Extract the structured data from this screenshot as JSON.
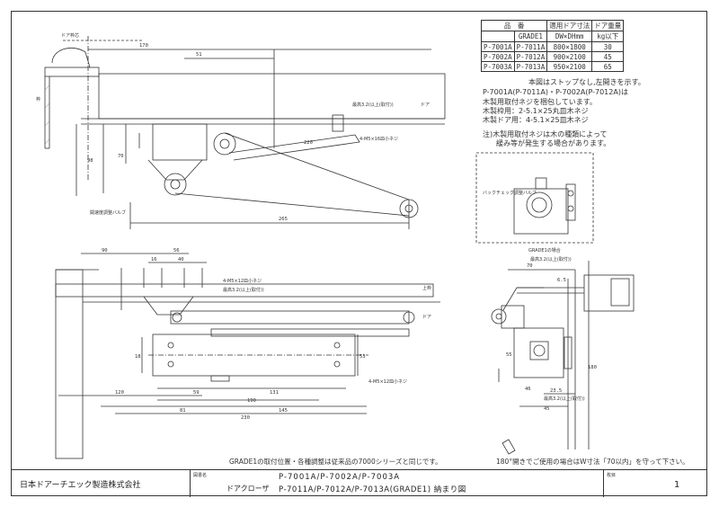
{
  "spec_table": {
    "header": [
      "品　番",
      "",
      "適用ドア寸法",
      "ドア重量"
    ],
    "subheader": [
      "",
      "GRADE1",
      "DW×DHmm",
      "kg以下"
    ],
    "rows": [
      [
        "P-7001A",
        "P-7011A",
        "800×1800",
        "30"
      ],
      [
        "P-7002A",
        "P-7012A",
        "900×2100",
        "45"
      ],
      [
        "P-7003A",
        "P-7013A",
        "950×2100",
        "65"
      ]
    ]
  },
  "notes": {
    "line1": "本図はストップなし,左開きを示す。",
    "line2": "P-7001A(P-7011A)・P-7002A(P-7012A)は",
    "line3": "木製用取付ネジを梱包しています。",
    "line4": "木製枠用：2-5.1×25丸皿木ネジ",
    "line5": "木製ドア用：4-5.1×25皿木ネジ",
    "caution1": "注)木製用取付ネジは木の種類によって",
    "caution2": "緩み等が発生する場合があります。"
  },
  "labels": {
    "door_frame": "ドア枠芯",
    "frame": "枠",
    "door": "ドア",
    "door2": "ドア",
    "upper_frame": "上枠",
    "speed_valve": "開速度調整バルブ",
    "backcheck_valve": "バックチェック調整バルブ",
    "grade1_case": "GRADE1の場合",
    "screw1": "4-M5×16皿小ネジ",
    "screw2": "4-M5×12皿小ネジ",
    "screw3": "4-M5×12皿小ネジ",
    "tap1": "最高3.2(以上(取付))",
    "tap2": "最高3.2(以上(取付))",
    "tap3": "最高3.2(以上(取付))",
    "tap4": "最高3.2(以上(取付))",
    "dim_170": "170",
    "dim_51": "51",
    "dim_220": "220",
    "dim_265": "265",
    "dim_70": "70",
    "dim_98": "98",
    "dim_90": "90",
    "dim_56": "56",
    "dim_16": "16",
    "dim_40": "40",
    "dim_59": "59",
    "dim_131": "131",
    "dim_190": "190",
    "dim_81": "81",
    "dim_145": "145",
    "dim_230": "230",
    "dim_120": "120",
    "dim_53": "53",
    "dim_18": "18",
    "dim_45": "45",
    "dim_235": "23.5",
    "dim_side70": "70",
    "dim_65": "6.5",
    "dim_180": "180",
    "dim_46": "46",
    "dim_55": "55"
  },
  "footer_notes": {
    "grade1": "GRADE1の取付位置・各種調整は従来品の7000シリーズと同じです。",
    "open180": "180°開きでご使用の場合はW寸法「70以内」を守って下さい。"
  },
  "title_block": {
    "company": "日本ドアーチエック製造株式会社",
    "title_label": "図書名",
    "product_line1": "P-7001A/P-7002A/P-7003A",
    "product_prefix": "ドアクローザ",
    "product_line2": "P-7011A/P-7012A/P-7013A(GRADE1) 納まり図",
    "sheet_label": "枚目",
    "sheet_no": "1"
  }
}
